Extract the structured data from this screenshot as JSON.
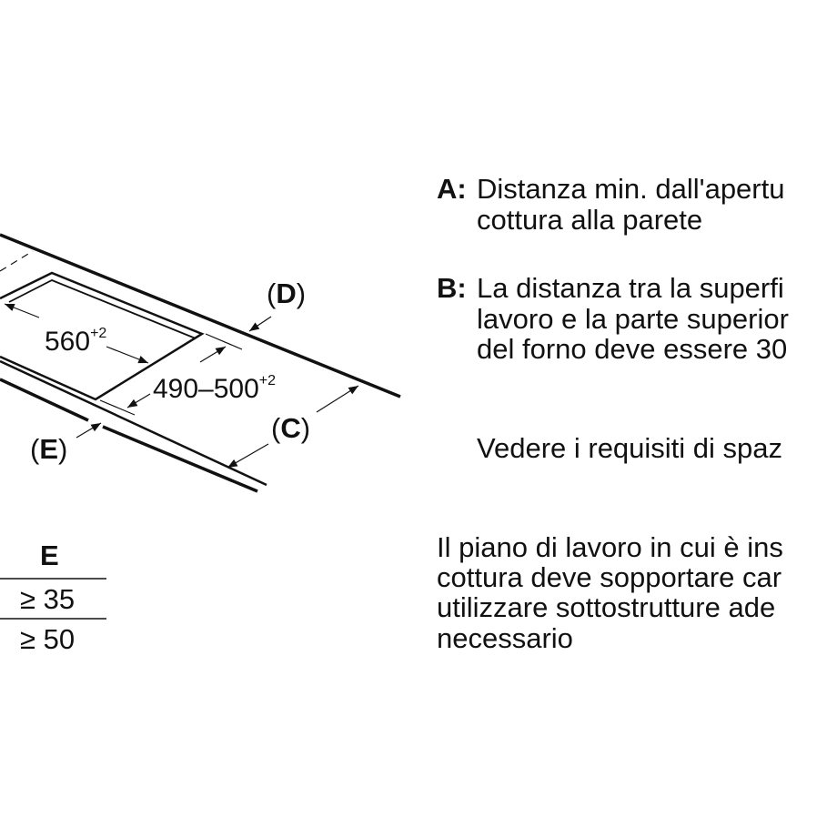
{
  "diagram": {
    "dim_width": "560",
    "dim_width_tol": "+2",
    "dim_depth": "490–500",
    "dim_depth_tol": "+2",
    "label_d": "D",
    "label_c": "C",
    "label_e": "E"
  },
  "table": {
    "header": "E",
    "rows": [
      "≥ 35",
      "≥ 50"
    ]
  },
  "notes": {
    "a_label": "A:",
    "a_lines": [
      "Distanza min. dall'apertu",
      "cottura alla parete"
    ],
    "b_label": "B:",
    "b_lines": [
      "La distanza tra la superfi",
      "lavoro e la parte superior",
      "del forno deve essere 30"
    ],
    "see": "Vedere i requisiti di spaz",
    "worktop_lines": [
      "Il piano di lavoro in cui è ins",
      "cottura deve sopportare car",
      "utilizzare sottostrutture ade",
      "necessario"
    ]
  }
}
